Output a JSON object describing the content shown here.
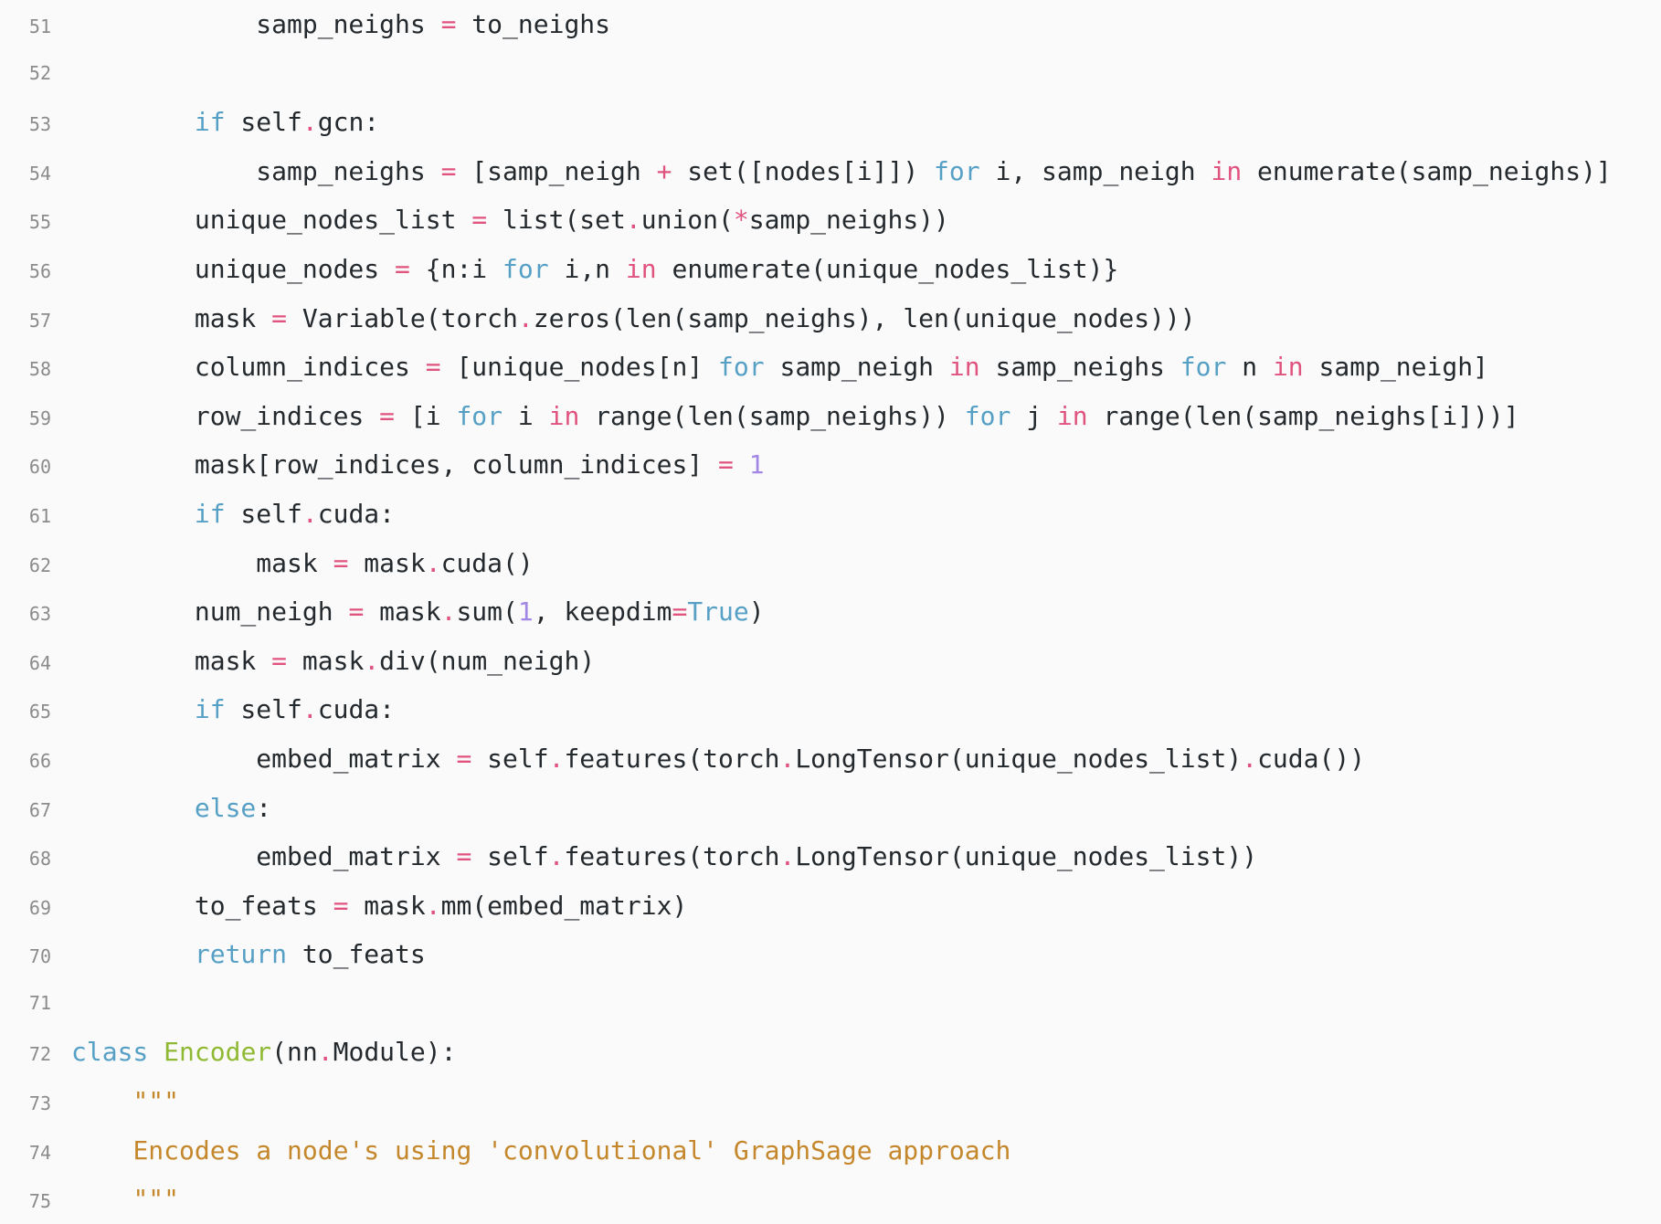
{
  "syntax_colors": {
    "background": "#fafafa",
    "base_text": "#24292e",
    "keyword": "#56a0c6",
    "operator": "#e0537f",
    "number": "#a287e5",
    "string": "#c5872b",
    "class_name": "#90b933",
    "line_number": "#8b8b8b"
  },
  "code": {
    "language": "python",
    "first_line_number": 51,
    "last_line_number": 75,
    "lines": [
      {
        "num": "51",
        "tokens": [
          {
            "t": "            samp_neighs ",
            "c": "base"
          },
          {
            "t": "=",
            "c": "op"
          },
          {
            "t": " to_neighs",
            "c": "base"
          }
        ]
      },
      {
        "num": "52",
        "tokens": []
      },
      {
        "num": "53",
        "tokens": [
          {
            "t": "        ",
            "c": "base"
          },
          {
            "t": "if",
            "c": "kw"
          },
          {
            "t": " self",
            "c": "base"
          },
          {
            "t": ".",
            "c": "op"
          },
          {
            "t": "gcn:",
            "c": "base"
          }
        ]
      },
      {
        "num": "54",
        "tokens": [
          {
            "t": "            samp_neighs ",
            "c": "base"
          },
          {
            "t": "=",
            "c": "op"
          },
          {
            "t": " [samp_neigh ",
            "c": "base"
          },
          {
            "t": "+",
            "c": "op"
          },
          {
            "t": " set([nodes[i]]) ",
            "c": "base"
          },
          {
            "t": "for",
            "c": "kw"
          },
          {
            "t": " i, samp_neigh ",
            "c": "base"
          },
          {
            "t": "in",
            "c": "op"
          },
          {
            "t": " enumerate(samp_neighs)]",
            "c": "base"
          }
        ]
      },
      {
        "num": "55",
        "tokens": [
          {
            "t": "        unique_nodes_list ",
            "c": "base"
          },
          {
            "t": "=",
            "c": "op"
          },
          {
            "t": " list(set",
            "c": "base"
          },
          {
            "t": ".",
            "c": "op"
          },
          {
            "t": "union(",
            "c": "base"
          },
          {
            "t": "*",
            "c": "op"
          },
          {
            "t": "samp_neighs))",
            "c": "base"
          }
        ]
      },
      {
        "num": "56",
        "tokens": [
          {
            "t": "        unique_nodes ",
            "c": "base"
          },
          {
            "t": "=",
            "c": "op"
          },
          {
            "t": " {n:i ",
            "c": "base"
          },
          {
            "t": "for",
            "c": "kw"
          },
          {
            "t": " i,n ",
            "c": "base"
          },
          {
            "t": "in",
            "c": "op"
          },
          {
            "t": " enumerate(unique_nodes_list)}",
            "c": "base"
          }
        ]
      },
      {
        "num": "57",
        "tokens": [
          {
            "t": "        mask ",
            "c": "base"
          },
          {
            "t": "=",
            "c": "op"
          },
          {
            "t": " Variable(torch",
            "c": "base"
          },
          {
            "t": ".",
            "c": "op"
          },
          {
            "t": "zeros(len(samp_neighs), len(unique_nodes)))",
            "c": "base"
          }
        ]
      },
      {
        "num": "58",
        "tokens": [
          {
            "t": "        column_indices ",
            "c": "base"
          },
          {
            "t": "=",
            "c": "op"
          },
          {
            "t": " [unique_nodes[n] ",
            "c": "base"
          },
          {
            "t": "for",
            "c": "kw"
          },
          {
            "t": " samp_neigh ",
            "c": "base"
          },
          {
            "t": "in",
            "c": "op"
          },
          {
            "t": " samp_neighs ",
            "c": "base"
          },
          {
            "t": "for",
            "c": "kw"
          },
          {
            "t": " n ",
            "c": "base"
          },
          {
            "t": "in",
            "c": "op"
          },
          {
            "t": " samp_neigh]",
            "c": "base"
          }
        ]
      },
      {
        "num": "59",
        "tokens": [
          {
            "t": "        row_indices ",
            "c": "base"
          },
          {
            "t": "=",
            "c": "op"
          },
          {
            "t": " [i ",
            "c": "base"
          },
          {
            "t": "for",
            "c": "kw"
          },
          {
            "t": " i ",
            "c": "base"
          },
          {
            "t": "in",
            "c": "op"
          },
          {
            "t": " range(len(samp_neighs)) ",
            "c": "base"
          },
          {
            "t": "for",
            "c": "kw"
          },
          {
            "t": " j ",
            "c": "base"
          },
          {
            "t": "in",
            "c": "op"
          },
          {
            "t": " range(len(samp_neighs[i]))]",
            "c": "base"
          }
        ]
      },
      {
        "num": "60",
        "tokens": [
          {
            "t": "        mask[row_indices, column_indices] ",
            "c": "base"
          },
          {
            "t": "=",
            "c": "op"
          },
          {
            "t": " ",
            "c": "base"
          },
          {
            "t": "1",
            "c": "num"
          }
        ]
      },
      {
        "num": "61",
        "tokens": [
          {
            "t": "        ",
            "c": "base"
          },
          {
            "t": "if",
            "c": "kw"
          },
          {
            "t": " self",
            "c": "base"
          },
          {
            "t": ".",
            "c": "op"
          },
          {
            "t": "cuda:",
            "c": "base"
          }
        ]
      },
      {
        "num": "62",
        "tokens": [
          {
            "t": "            mask ",
            "c": "base"
          },
          {
            "t": "=",
            "c": "op"
          },
          {
            "t": " mask",
            "c": "base"
          },
          {
            "t": ".",
            "c": "op"
          },
          {
            "t": "cuda()",
            "c": "base"
          }
        ]
      },
      {
        "num": "63",
        "tokens": [
          {
            "t": "        num_neigh ",
            "c": "base"
          },
          {
            "t": "=",
            "c": "op"
          },
          {
            "t": " mask",
            "c": "base"
          },
          {
            "t": ".",
            "c": "op"
          },
          {
            "t": "sum(",
            "c": "base"
          },
          {
            "t": "1",
            "c": "num"
          },
          {
            "t": ", keepdim",
            "c": "base"
          },
          {
            "t": "=",
            "c": "op"
          },
          {
            "t": "True",
            "c": "kw"
          },
          {
            "t": ")",
            "c": "base"
          }
        ]
      },
      {
        "num": "64",
        "tokens": [
          {
            "t": "        mask ",
            "c": "base"
          },
          {
            "t": "=",
            "c": "op"
          },
          {
            "t": " mask",
            "c": "base"
          },
          {
            "t": ".",
            "c": "op"
          },
          {
            "t": "div(num_neigh)",
            "c": "base"
          }
        ]
      },
      {
        "num": "65",
        "tokens": [
          {
            "t": "        ",
            "c": "base"
          },
          {
            "t": "if",
            "c": "kw"
          },
          {
            "t": " self",
            "c": "base"
          },
          {
            "t": ".",
            "c": "op"
          },
          {
            "t": "cuda:",
            "c": "base"
          }
        ]
      },
      {
        "num": "66",
        "tokens": [
          {
            "t": "            embed_matrix ",
            "c": "base"
          },
          {
            "t": "=",
            "c": "op"
          },
          {
            "t": " self",
            "c": "base"
          },
          {
            "t": ".",
            "c": "op"
          },
          {
            "t": "features(torch",
            "c": "base"
          },
          {
            "t": ".",
            "c": "op"
          },
          {
            "t": "LongTensor(unique_nodes_list)",
            "c": "base"
          },
          {
            "t": ".",
            "c": "op"
          },
          {
            "t": "cuda())",
            "c": "base"
          }
        ]
      },
      {
        "num": "67",
        "tokens": [
          {
            "t": "        ",
            "c": "base"
          },
          {
            "t": "else",
            "c": "kw"
          },
          {
            "t": ":",
            "c": "base"
          }
        ]
      },
      {
        "num": "68",
        "tokens": [
          {
            "t": "            embed_matrix ",
            "c": "base"
          },
          {
            "t": "=",
            "c": "op"
          },
          {
            "t": " self",
            "c": "base"
          },
          {
            "t": ".",
            "c": "op"
          },
          {
            "t": "features(torch",
            "c": "base"
          },
          {
            "t": ".",
            "c": "op"
          },
          {
            "t": "LongTensor(unique_nodes_list))",
            "c": "base"
          }
        ]
      },
      {
        "num": "69",
        "tokens": [
          {
            "t": "        to_feats ",
            "c": "base"
          },
          {
            "t": "=",
            "c": "op"
          },
          {
            "t": " mask",
            "c": "base"
          },
          {
            "t": ".",
            "c": "op"
          },
          {
            "t": "mm(embed_matrix)",
            "c": "base"
          }
        ]
      },
      {
        "num": "70",
        "tokens": [
          {
            "t": "        ",
            "c": "base"
          },
          {
            "t": "return",
            "c": "kw"
          },
          {
            "t": " to_feats",
            "c": "base"
          }
        ]
      },
      {
        "num": "71",
        "tokens": []
      },
      {
        "num": "72",
        "tokens": [
          {
            "t": "class",
            "c": "kw"
          },
          {
            "t": " ",
            "c": "base"
          },
          {
            "t": "Encoder",
            "c": "cls"
          },
          {
            "t": "(nn",
            "c": "base"
          },
          {
            "t": ".",
            "c": "op"
          },
          {
            "t": "Module):",
            "c": "base"
          }
        ]
      },
      {
        "num": "73",
        "tokens": [
          {
            "t": "    ",
            "c": "base"
          },
          {
            "t": "\"\"\"",
            "c": "str"
          }
        ]
      },
      {
        "num": "74",
        "tokens": [
          {
            "t": "    ",
            "c": "base"
          },
          {
            "t": "Encodes a node's using 'convolutional' GraphSage approach",
            "c": "str"
          }
        ]
      },
      {
        "num": "75",
        "tokens": [
          {
            "t": "    ",
            "c": "base"
          },
          {
            "t": "\"\"\"",
            "c": "str"
          }
        ]
      }
    ]
  }
}
